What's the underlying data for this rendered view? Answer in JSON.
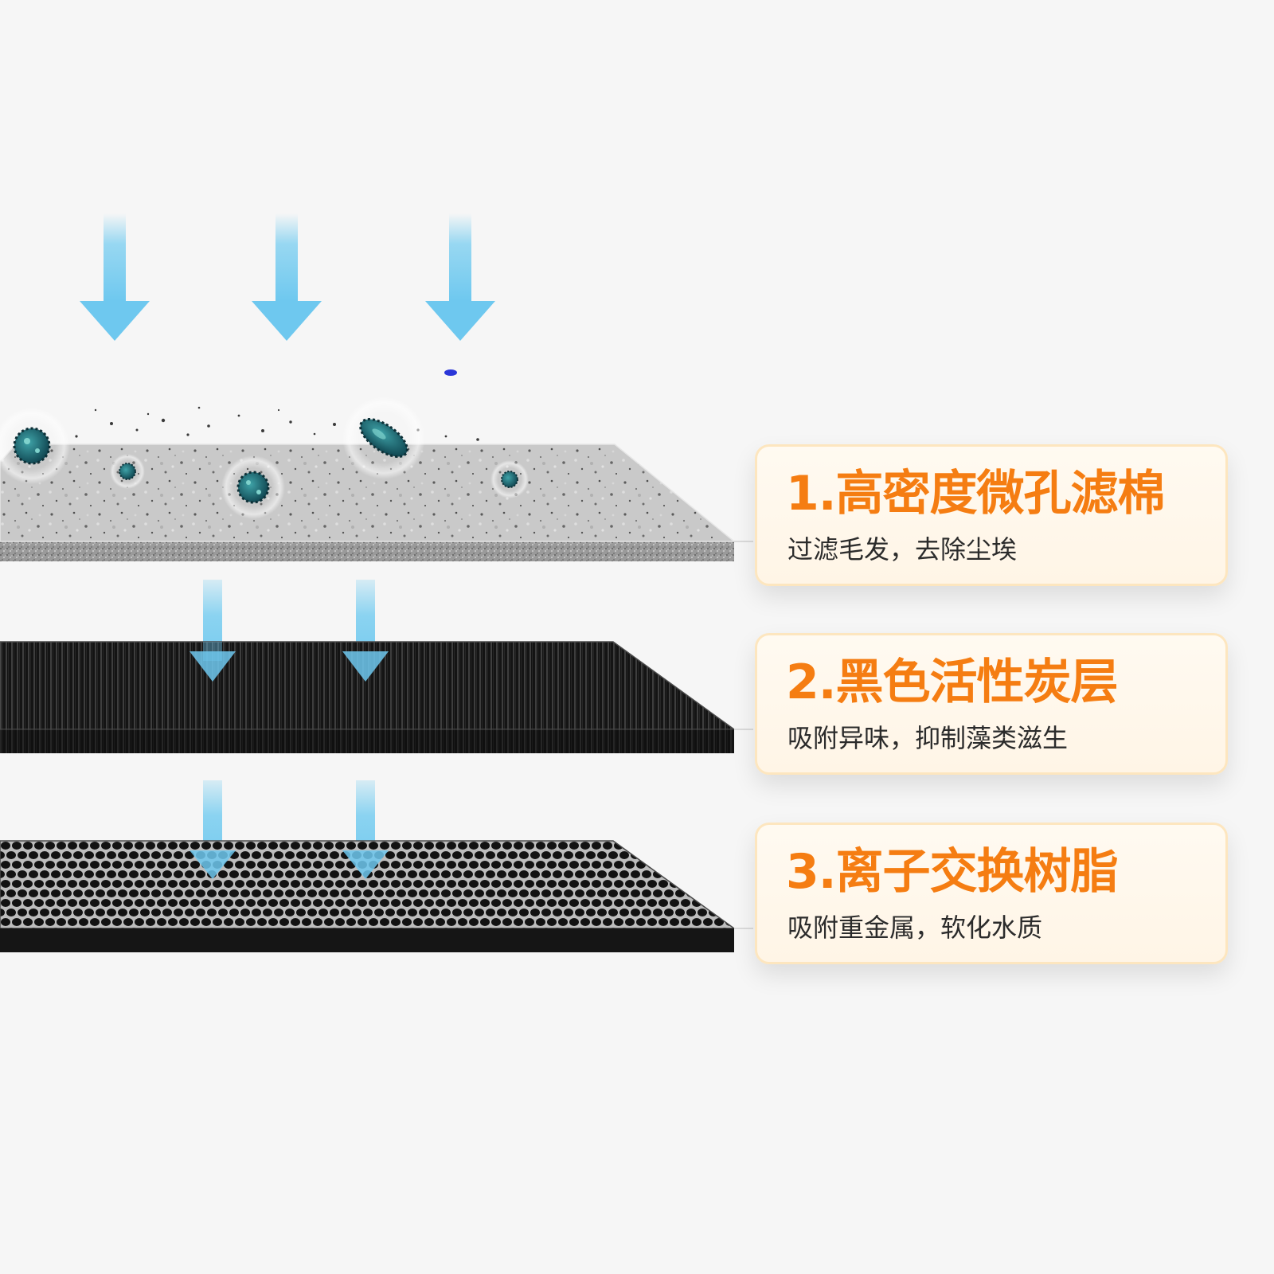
{
  "layers": [
    {
      "title": "1.高密度微孔滤棉",
      "desc": "过滤毛发，去除尘埃"
    },
    {
      "title": "2.黑色活性炭层",
      "desc": "吸附异味，抑制藻类滋生"
    },
    {
      "title": "3.离子交换树脂",
      "desc": "吸附重金属，软化水质"
    }
  ],
  "colors": {
    "background": "#f6f6f6",
    "title_orange": "#f57d12",
    "card_border": "#fde6bf",
    "arrow_blue": "#78cdf0"
  },
  "icons": [
    "flow-arrow-icon",
    "germ-icon",
    "bacteria-icon"
  ]
}
